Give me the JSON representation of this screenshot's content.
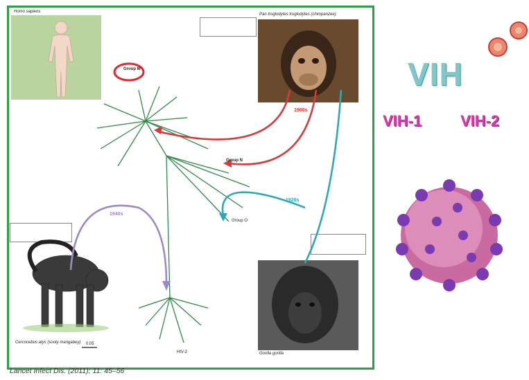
{
  "figure": {
    "labels": {
      "human": "Homo sapiens",
      "chimp": "Pan troglodytes troglodytes (chimpanzee)",
      "mangabey": "Cercocebus atys (sooty mangabey)",
      "gorilla": "Gorilla gorilla",
      "group_m": "Group M",
      "group_n": "Group N",
      "group_o": "Group O",
      "hiv2": "HIV-2",
      "scale": "0.05"
    },
    "fold_labels": {
      "red": "1900s",
      "teal": "1920s",
      "purple": "1940s"
    }
  },
  "right": {
    "title": "VIH",
    "type1": "VIH-1",
    "type2": "VIH-2"
  },
  "citation": "Lancet Infect Dis. (2011); 11: 45–56",
  "colors": {
    "frame": "#2e9e47",
    "red_arrow": "#d8393a",
    "teal_arrow": "#2fa8b5",
    "purple_arrow": "#9b8ac6",
    "tree": "#2e8a4a",
    "vih_title": "#7fc7c9",
    "vih_sub": "#d43aa8"
  }
}
